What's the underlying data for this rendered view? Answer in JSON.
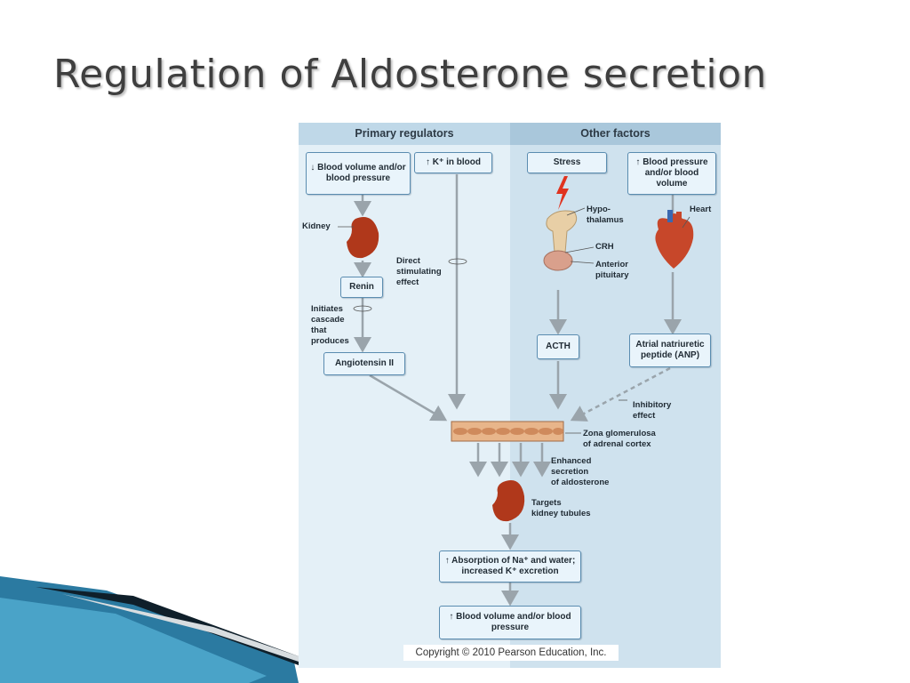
{
  "slide": {
    "title": "Regulation of Aldosterone secretion"
  },
  "figure": {
    "headers": {
      "left": "Primary regulators",
      "right": "Other factors"
    },
    "boxes": {
      "low_bp": "↓ Blood volume and/or blood pressure",
      "k_blood": "↑ K⁺ in blood",
      "stress": "Stress",
      "high_bp": "↑ Blood pressure and/or blood volume",
      "renin": "Renin",
      "angiotensin": "Angiotensin II",
      "acth": "ACTH",
      "anp": "Atrial natriuretic peptide (ANP)",
      "absorption": "↑ Absorption of Na⁺ and water; increased K⁺ excretion",
      "result": "↑ Blood volume and/or blood pressure"
    },
    "labels": {
      "kidney": "Kidney",
      "direct_effect": [
        "Direct",
        "stimulating",
        "effect"
      ],
      "cascade": [
        "Initiates",
        "cascade",
        "that",
        "produces"
      ],
      "hypothalamus": [
        "Hypo-",
        "thalamus"
      ],
      "crh": "CRH",
      "anterior_pituitary": [
        "Anterior",
        "pituitary"
      ],
      "heart": "Heart",
      "inhibitory": [
        "Inhibitory",
        "effect"
      ],
      "zona": [
        "Zona glomerulosa",
        "of adrenal cortex"
      ],
      "enhanced": [
        "Enhanced",
        "secretion",
        "of aldosterone"
      ],
      "targets": [
        "Targets",
        "kidney tubules"
      ]
    },
    "copyright": "Copyright © 2010 Pearson Education, Inc."
  },
  "colors": {
    "title": "#3f3f3f",
    "box_border": "#5a8cb0",
    "arrow": "#9aa4ab",
    "kidney": "#b0381b",
    "stress_bolt": "#e0331f"
  }
}
